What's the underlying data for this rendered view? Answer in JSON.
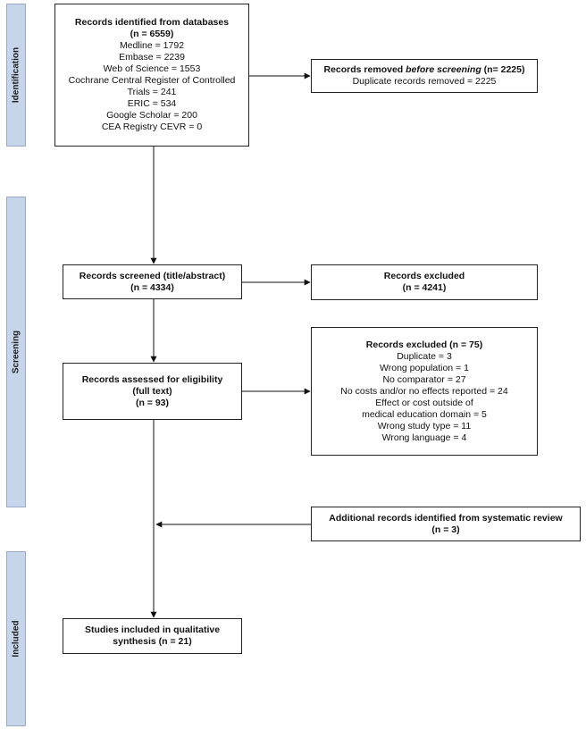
{
  "phases": {
    "identification": "Identification",
    "screening": "Screening",
    "included": "Included"
  },
  "identified": {
    "title": "Records identified from databases",
    "n": "(n = 6559)",
    "lines": [
      "Medline = 1792",
      "Embase = 2239",
      "Web of Science = 1553",
      "Cochrane Central Register of Controlled",
      "Trials = 241",
      "ERIC = 534",
      "Google Scholar = 200",
      "CEA Registry CEVR = 0"
    ]
  },
  "removed": {
    "title_prefix": "Records removed ",
    "title_em": "before screening",
    "title_suffix": " (n= 2225)",
    "line": "Duplicate records removed = 2225"
  },
  "screened": {
    "title": "Records screened (title/abstract)",
    "n": "(n = 4334)"
  },
  "excluded1": {
    "title": "Records excluded",
    "n": "(n = 4241)"
  },
  "assessed": {
    "title": "Records assessed for eligibility",
    "sub": "(full text)",
    "n": "(n = 93)"
  },
  "excluded2": {
    "title": "Records excluded (n = 75)",
    "lines": [
      "Duplicate = 3",
      "Wrong population = 1",
      "No comparator = 27",
      "No costs and/or no effects reported = 24",
      "Effect or cost outside of",
      "medical education domain = 5",
      "Wrong study type = 11",
      "Wrong language = 4"
    ]
  },
  "additional": {
    "title": "Additional records identified from systematic review",
    "n": "(n = 3)"
  },
  "included": {
    "title_l1": "Studies included in qualitative",
    "title_l2": "synthesis (n = 21)"
  }
}
